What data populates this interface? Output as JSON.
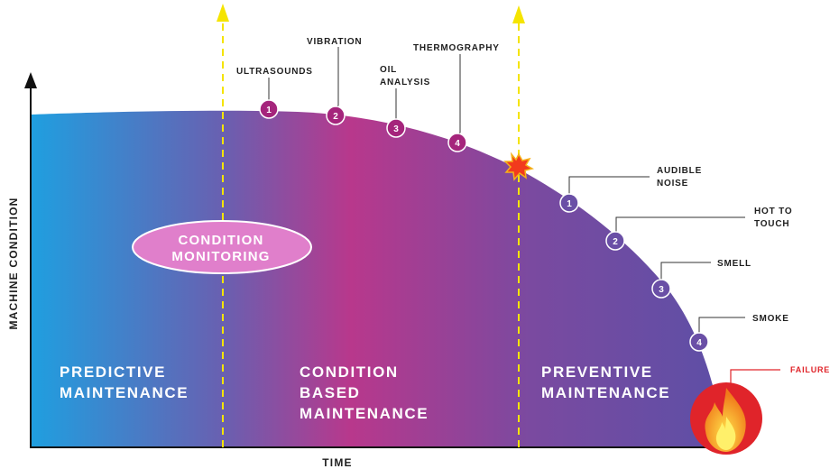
{
  "axes": {
    "y_label": "MACHINE CONDITION",
    "x_label": "TIME"
  },
  "regions": {
    "predictive": [
      "PREDICTIVE",
      "MAINTENANCE"
    ],
    "condition_based": [
      "CONDITION",
      "BASED",
      "MAINTENANCE"
    ],
    "preventive": [
      "PREVENTIVE",
      "MAINTENANCE"
    ]
  },
  "condition_monitoring": [
    "CONDITION",
    "MONITORING"
  ],
  "early_indicators": [
    {
      "num": "1",
      "lines": [
        "ULTRASOUNDS"
      ]
    },
    {
      "num": "2",
      "lines": [
        "VIBRATION"
      ]
    },
    {
      "num": "3",
      "lines": [
        "OIL",
        "ANALYSIS"
      ]
    },
    {
      "num": "4",
      "lines": [
        "THERMOGRAPHY"
      ]
    }
  ],
  "late_indicators": [
    {
      "num": "1",
      "lines": [
        "AUDIBLE",
        "NOISE"
      ]
    },
    {
      "num": "2",
      "lines": [
        "HOT TO",
        "TOUCH"
      ]
    },
    {
      "num": "3",
      "lines": [
        "SMELL"
      ]
    },
    {
      "num": "4",
      "lines": [
        "SMOKE"
      ]
    }
  ],
  "failure": "FAILURE",
  "colors": {
    "blue": "#1f9fe0",
    "magenta": "#b8388c",
    "purple": "#6a4fa6",
    "marker": "#a5257c",
    "arrow_yellow": "#f5e400",
    "failure_red": "#e0242a"
  }
}
